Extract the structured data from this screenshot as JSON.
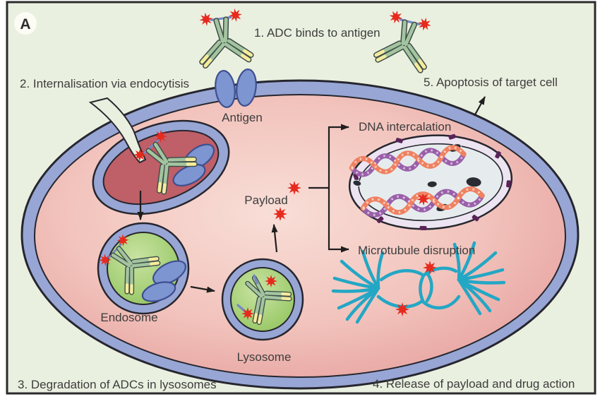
{
  "figure": {
    "panel_label": "A"
  },
  "steps": {
    "step1": "1. ADC binds to antigen",
    "step2": "2. Internalisation via endocytisis",
    "step3": "3. Degradation of ADCs in lysosomes",
    "step4": "4. Release of payload and drug action",
    "step5": "5. Apoptosis of target cell"
  },
  "labels": {
    "antigen": "Antigen",
    "endosome": "Endosome",
    "lysosome": "Lysosome",
    "payload": "Payload",
    "dna_intercalation": "DNA intercalation",
    "microtubule_disruption": "Microtubule disruption"
  },
  "icons": {
    "adc": "antibody-drug-conjugate-icon",
    "payload": "red-star-payload-icon",
    "antigen": "blue-oval-antigen-icon"
  },
  "colors": {
    "background": "#eaf0e0",
    "frame_border": "#2b2b2b",
    "membrane_blue": "#98a6d5",
    "dark_outline": "#26262e",
    "vesicle_interior_red": "#bf5f68",
    "nucleus_band": "#ece4f1",
    "nucleus_interior": "#e6ecee",
    "nuclear_pore_purple": "#5a2358",
    "dna_orange": "#ef8160",
    "dna_purple": "#9a5fa9",
    "microtubule_teal": "#23a7c5",
    "payload_red": "#e62a1d",
    "antibody_green": "#a3c4a0",
    "antibody_outline": "#3e4c46",
    "antibody_tip_yellow": "#f5eb9e",
    "linker_blue": "#7787c5",
    "antigen_blue": "#7d95d0",
    "antigen_outline": "#3e4f90",
    "arrow_black": "#1e1e1e",
    "text_color": "#3d3d3d"
  }
}
